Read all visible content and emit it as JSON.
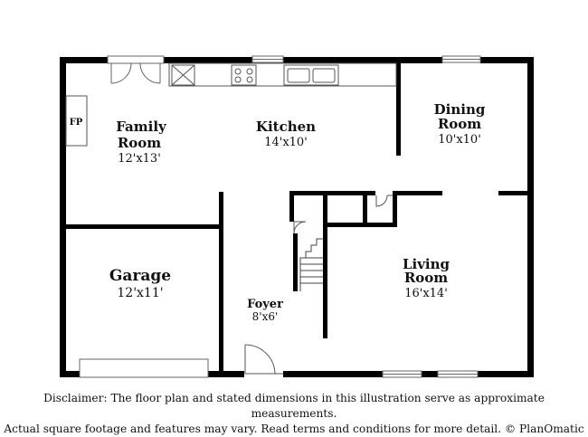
{
  "rooms": {
    "family_room": {
      "name_line1": "Family",
      "name_line2": "Room",
      "dims": "12'x13'"
    },
    "kitchen": {
      "name": "Kitchen",
      "dims": "14'x10'"
    },
    "dining_room": {
      "name_line1": "Dining",
      "name_line2": "Room",
      "dims": "10'x10'"
    },
    "garage": {
      "name": "Garage",
      "dims": "12'x11'"
    },
    "living_room": {
      "name_line1": "Living",
      "name_line2": "Room",
      "dims": "16'x14'"
    },
    "foyer": {
      "name": "Foyer",
      "dims": "8'x6'"
    }
  },
  "fixtures": {
    "fireplace": "FP"
  },
  "disclaimer": {
    "line1": "Disclaimer: The floor plan and stated dimensions in this illustration serve as approximate measurements.",
    "line2": "Actual square footage and features may vary. Read terms and conditions for more detail. © PlanOmatic"
  },
  "colors": {
    "wall": "#000000",
    "fixture_stroke": "#555555",
    "background": "#ffffff"
  }
}
